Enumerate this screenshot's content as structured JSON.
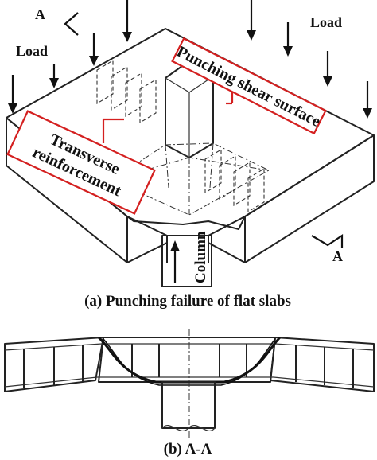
{
  "figure": {
    "part_a": {
      "caption": "(a) Punching failure of flat slabs",
      "label_load_left": "Load",
      "label_load_right": "Load",
      "label_section_top": "A",
      "label_section_bottom": "A",
      "label_punching_surface": "Punching shear surface",
      "label_transverse_line1": "Transverse",
      "label_transverse_line2": "reinforcement",
      "label_column": "Column"
    },
    "part_b": {
      "caption": "(b) A-A"
    },
    "colors": {
      "callout_red": "#d42020",
      "line_dark": "#222222"
    }
  }
}
